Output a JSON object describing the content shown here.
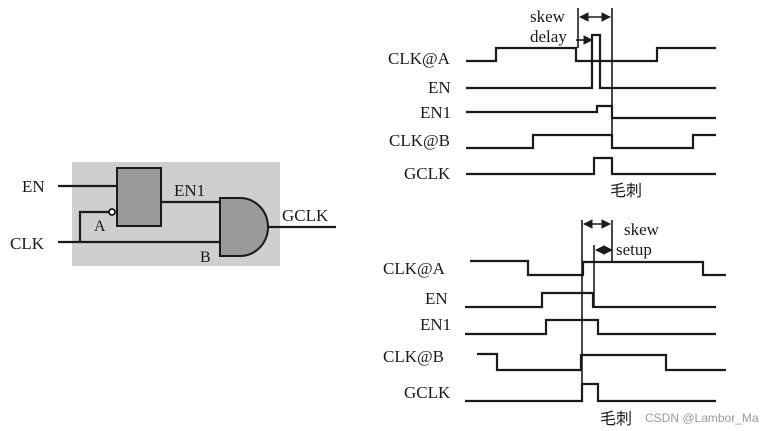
{
  "circuit": {
    "input_en": "EN",
    "input_clk": "CLK",
    "node_a": "A",
    "node_b": "B",
    "node_en1": "EN1",
    "output": "GCLK",
    "colors": {
      "background": "#cfcfcf",
      "gate_fill": "#9a9a9a"
    }
  },
  "timing_top": {
    "signals": [
      "CLK@A",
      "EN",
      "EN1",
      "CLK@B",
      "GCLK"
    ],
    "annotation_line1": "skew",
    "annotation_line2": "delay",
    "glitch_label": "毛刺"
  },
  "timing_bottom": {
    "signals": [
      "CLK@A",
      "EN",
      "EN1",
      "CLK@B",
      "GCLK"
    ],
    "annotation_line1": "skew",
    "annotation_line2": "setup",
    "glitch_label": "毛刺"
  },
  "watermark": "CSDN @Lambor_Ma"
}
